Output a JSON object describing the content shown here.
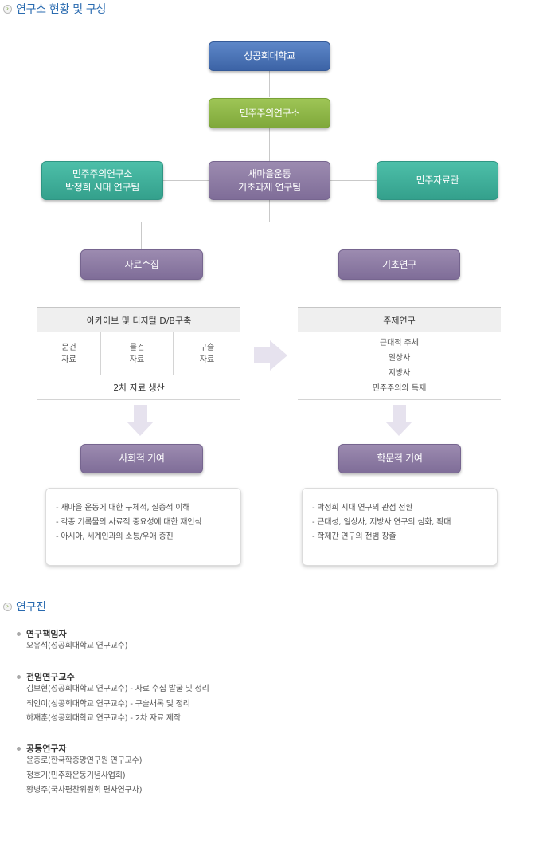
{
  "sections": {
    "status_title": "연구소 현황 및 구성",
    "staff_title": "연구진"
  },
  "org": {
    "top": "성공회대학교",
    "institute": "민주주의연구소",
    "left_team": "민주주의연구소\n박정희 시대 연구팀",
    "center_team": "새마을운동\n기초과제 연구팀",
    "right_team": "민주자료관",
    "branch_left": "자료수집",
    "branch_right": "기초연구"
  },
  "left_table": {
    "header": "아카이브 및 디지털 D/B구축",
    "cells": [
      "문건\n자료",
      "물건\n자료",
      "구술\n자료"
    ],
    "footer": "2차 자료 생산"
  },
  "right_table": {
    "header": "주제연구",
    "items": [
      "근대적 주체",
      "일상사",
      "지방사",
      "민주주의와 독재"
    ]
  },
  "outcomes": {
    "left": "사회적 기여",
    "right": "학문적 기여"
  },
  "panels": {
    "left": [
      "- 새마을 운동에  대한 구체적, 실증적 이해",
      "- 각종 기록물의 사료적 중요성에  대한 재인식",
      "- 아시아, 세계인과의 소통/우애 증진"
    ],
    "right": [
      "- 박정희 시대 연구의 관점 전환",
      "- 근대성, 일상사, 지방사 연구의 심화, 확대",
      "- 학제간 연구의 전범 창출"
    ]
  },
  "staff": {
    "groups": [
      {
        "title": "연구책임자",
        "members": [
          "오유석(성공회대학교 연구교수)"
        ]
      },
      {
        "title": "전임연구교수",
        "members": [
          "김보현(성공회대학교 연구교수) - 자료 수집 발굴 및 정리",
          "최인이(성공회대학교 연구교수) - 구술채록 및 정리",
          "하재훈(성공회대학교 연구교수) - 2차 자료 제작"
        ]
      },
      {
        "title": "공동연구자",
        "members": [
          "윤충로(한국학중앙연구원 연구교수)",
          "정호기(민주화운동기념사업회)",
          "황병주(국사편찬위원회 편사연구사)"
        ]
      }
    ]
  },
  "colors": {
    "title_blue": "#2a6bb0",
    "box_blue": "#4a73b6",
    "box_green": "#8db548",
    "box_teal": "#3eaf99",
    "box_purple": "#8b7aa3"
  },
  "icons": [
    "circle-arrow-icon",
    "down-arrow-icon",
    "right-arrow-icon",
    "bullet-icon"
  ]
}
